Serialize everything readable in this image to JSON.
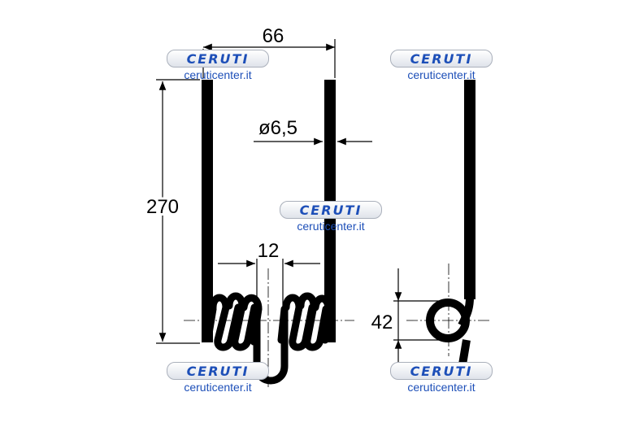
{
  "watermark": {
    "brand": "CERUTI",
    "site": "ceruticenter.it"
  },
  "dimensions": {
    "width": "66",
    "wire_diameter": "ø6,5",
    "height": "270",
    "coil_gap": "12",
    "coil_diameter": "42"
  }
}
